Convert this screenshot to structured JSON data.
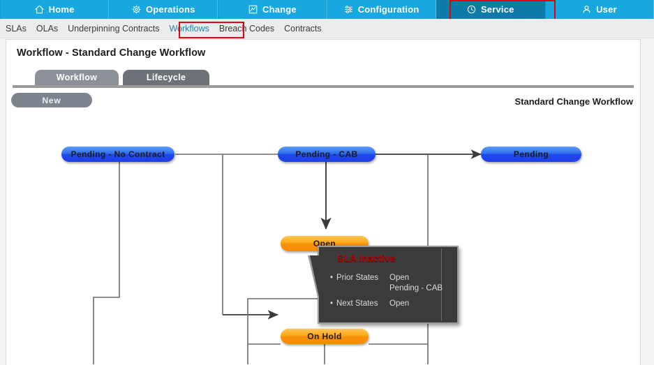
{
  "topnav": {
    "items": [
      {
        "label": "Home",
        "icon": "home-icon",
        "active": false
      },
      {
        "label": "Operations",
        "icon": "gear-globe-icon",
        "active": false
      },
      {
        "label": "Change",
        "icon": "chart-square-icon",
        "active": false
      },
      {
        "label": "Configuration",
        "icon": "sliders-icon",
        "active": false
      },
      {
        "label": "Service",
        "icon": "clock-icon",
        "active": true
      },
      {
        "label": "User",
        "icon": "person-icon",
        "active": false
      }
    ],
    "active_color": "#0c7ba8",
    "bar_color": "#17a8e0",
    "highlight_color": "#e4000f"
  },
  "subnav": {
    "items": [
      {
        "label": "SLAs",
        "active": false
      },
      {
        "label": "OLAs",
        "active": false
      },
      {
        "label": "Underpinning Contracts",
        "active": false
      },
      {
        "label": "Workflows",
        "active": true
      },
      {
        "label": "Breach Codes",
        "active": false
      },
      {
        "label": "Contracts",
        "active": false
      }
    ],
    "active_color": "#2b7fa8"
  },
  "page": {
    "title": "Workflow - Standard Change Workflow",
    "workflow_name": "Standard Change Workflow"
  },
  "tabs": [
    {
      "label": "Workflow",
      "selected": false
    },
    {
      "label": "Lifecycle",
      "selected": true
    }
  ],
  "toolbar": {
    "new_label": "New"
  },
  "diagram": {
    "nodes": [
      {
        "id": "pending-no-contract",
        "label": "Pending - No  Contract",
        "color": "blue"
      },
      {
        "id": "pending-cab",
        "label": "Pending - CAB",
        "color": "blue"
      },
      {
        "id": "pending",
        "label": "Pending",
        "color": "blue"
      },
      {
        "id": "open",
        "label": "Open",
        "color": "orange"
      },
      {
        "id": "on-hold",
        "label": "On Hold",
        "color": "orange"
      }
    ],
    "node_blue_color": "#2f6ff0",
    "node_orange_color": "#ffa818",
    "connector_color": "#6b6b6b"
  },
  "tooltip": {
    "title": "SLA Inactive",
    "title_color": "#b60000",
    "rows": [
      {
        "bullet": "•",
        "label": "Prior States",
        "values": [
          "Open",
          "Pending - CAB"
        ]
      },
      {
        "bullet": "•",
        "label": "Next States",
        "values": [
          "Open"
        ]
      }
    ],
    "background": "#3b3b3b"
  }
}
